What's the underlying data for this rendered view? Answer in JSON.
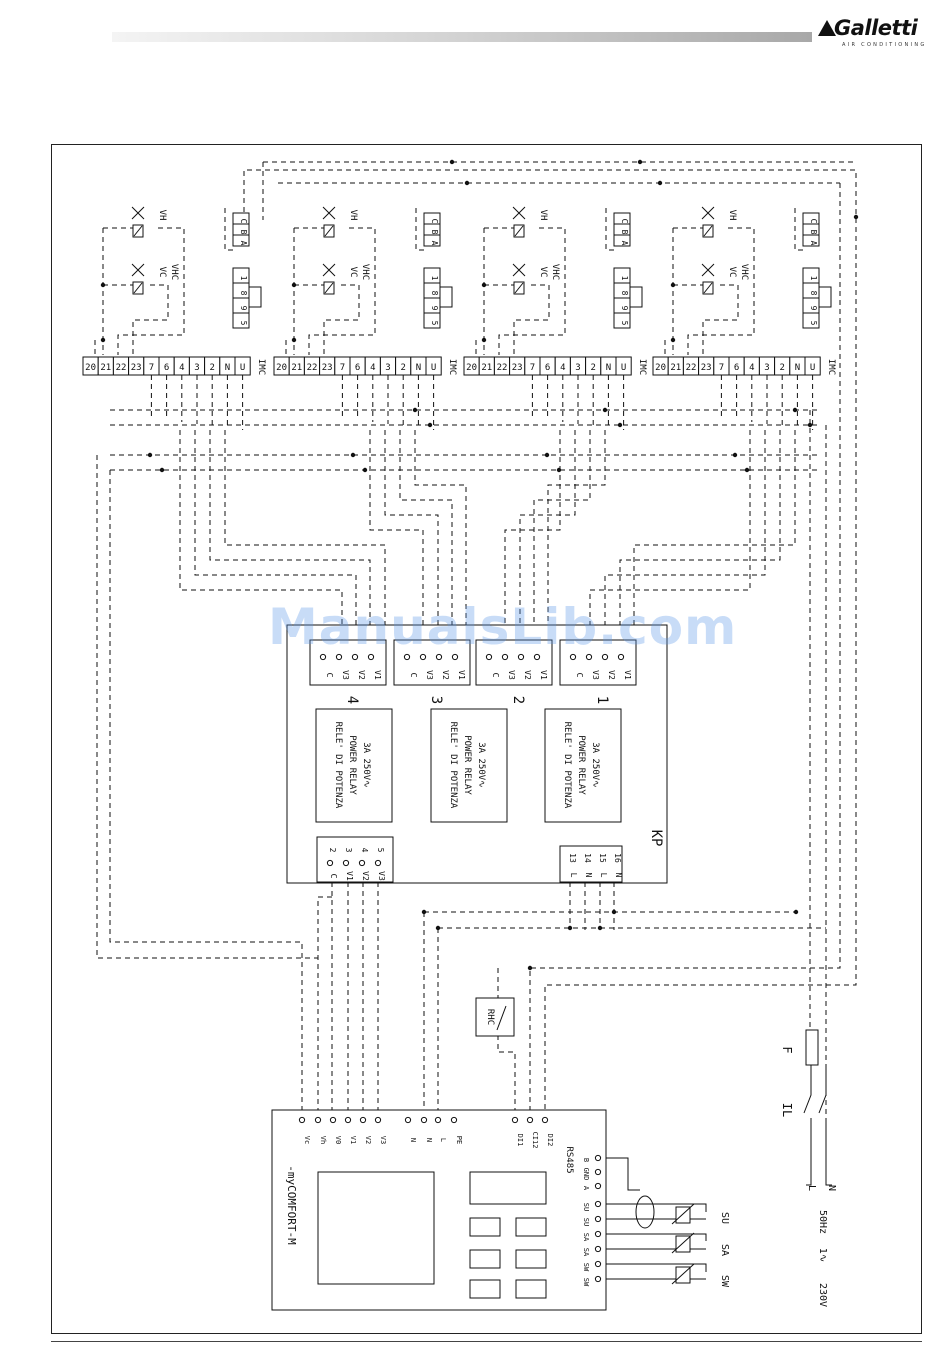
{
  "brand": {
    "name": "Galletti",
    "tagline": "AIR CONDITIONING",
    "color": "#111111"
  },
  "watermark": "ManualsLib.com",
  "fan_coils": {
    "board_label": "IMC",
    "terminals": [
      "20",
      "21",
      "22",
      "23",
      "7",
      "6",
      "4",
      "3",
      "2",
      "N",
      "U"
    ],
    "valve_labels": [
      "VH",
      "VC",
      "VHC"
    ],
    "connector_cba": [
      "C",
      "B",
      "A"
    ],
    "connector_1895": [
      "1",
      "8",
      "9",
      "5"
    ]
  },
  "kp_module": {
    "label": "KP",
    "channel_numbers": [
      "4",
      "3",
      "2",
      "1"
    ],
    "channel_pins": [
      "C",
      "V3",
      "V2",
      "V1"
    ],
    "relay_lines": [
      "RELE' DI POTENZA",
      "POWER RELAY",
      "3A 250V∿"
    ],
    "input_pins": [
      {
        "num": "2",
        "name": "C"
      },
      {
        "num": "3",
        "name": "V1"
      },
      {
        "num": "4",
        "name": "V2"
      },
      {
        "num": "5",
        "name": "V3"
      }
    ],
    "power_pins": [
      {
        "num": "13",
        "name": "L"
      },
      {
        "num": "14",
        "name": "N"
      },
      {
        "num": "15",
        "name": "L"
      },
      {
        "num": "16",
        "name": "N"
      }
    ]
  },
  "rhc_label": "RHC",
  "controller": {
    "name": "-myCOMFORT-M",
    "top_terminals": [
      "Vc",
      "Vh",
      "V0",
      "V1",
      "V2",
      "V3",
      "N",
      "N",
      "L",
      "PE",
      "DI1",
      "CI12",
      "DI2"
    ],
    "rs485_label": "RS485",
    "rs485_pins": [
      "A",
      "GND",
      "B"
    ],
    "sensor_pins": [
      "SU",
      "SU",
      "SA",
      "SA",
      "SW",
      "SW"
    ]
  },
  "sensors": [
    "SU",
    "SA",
    "SW"
  ],
  "power_supply": {
    "fuse_label": "F",
    "switch_label": "IL",
    "lines": [
      "L",
      "N"
    ],
    "spec_voltage": "230V",
    "spec_phase": "1∿",
    "spec_freq": "50Hz"
  }
}
